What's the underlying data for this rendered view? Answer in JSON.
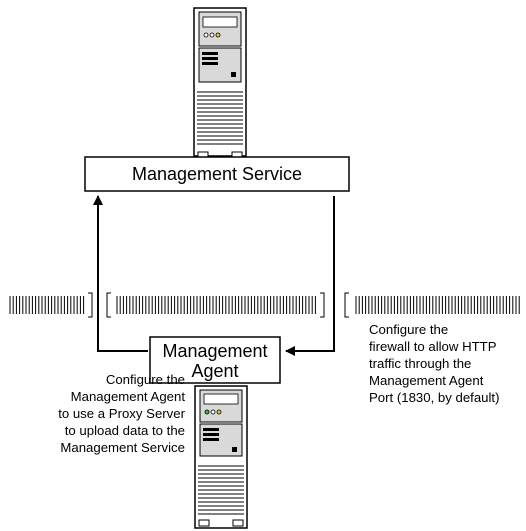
{
  "nodes": {
    "management_service": {
      "label": "Management Service"
    },
    "management_agent": {
      "label_line1": "Management",
      "label_line2": "Agent"
    }
  },
  "notes": {
    "proxy": [
      "Configure the",
      "Management Agent",
      "to use a Proxy Server",
      "to upload data to the",
      "Management Service"
    ],
    "firewall": [
      "Configure the",
      "firewall to allow HTTP",
      "traffic through the",
      "Management Agent",
      "Port (1830, by default)"
    ]
  },
  "colors": {
    "line": "#000000",
    "server_body": "#ffffff",
    "server_panel": "#d9d9d9",
    "led_green": "#4caf50",
    "led_yellow": "#e8c84a"
  },
  "icons": [
    "server-icon",
    "firewall-icon"
  ]
}
